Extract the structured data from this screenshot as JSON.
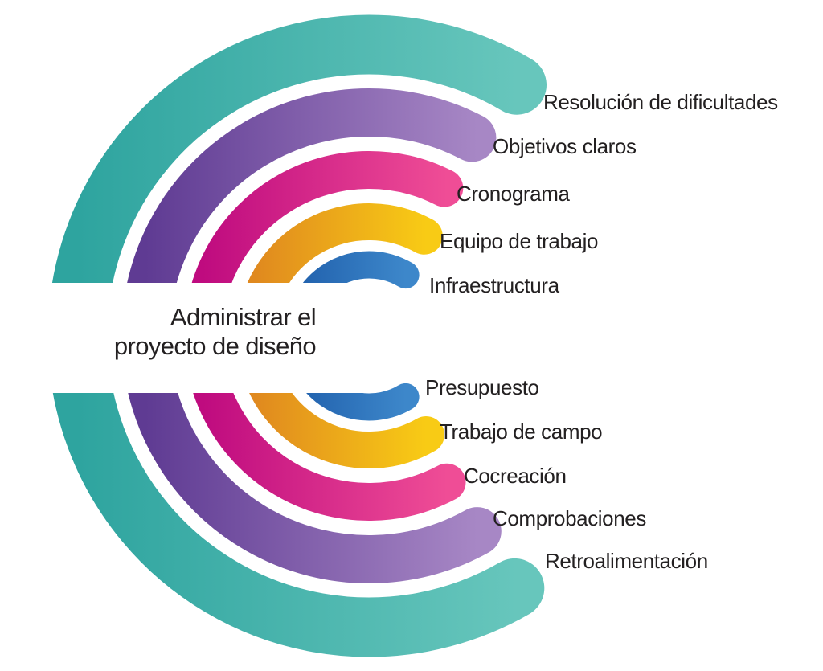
{
  "diagram": {
    "type": "radial-arc-diagram",
    "background": "#ffffff",
    "text_color": "#232021",
    "center": {
      "line1": "Administrar el",
      "line2": "proyecto de diseño"
    },
    "rings": [
      {
        "name": "teal-ring",
        "color_start": "#2EA49F",
        "color_end": "#67C6BC",
        "top_label": "Resolución de dificultades",
        "bottom_label": "Retroalimentación"
      },
      {
        "name": "purple-ring",
        "color_start": "#5F3B93",
        "color_end": "#A787C5",
        "top_label": "Objetivos claros",
        "bottom_label": "Comprobaciones"
      },
      {
        "name": "pink-ring",
        "color_start": "#BF0B7F",
        "color_end": "#EF4D96",
        "top_label": "Cronograma",
        "bottom_label": "Cocreación"
      },
      {
        "name": "orange-ring",
        "color_start": "#E0891F",
        "color_end": "#F8CB15",
        "top_label": "Equipo de trabajo",
        "bottom_label": "Trabajo de campo"
      },
      {
        "name": "blue-ring",
        "color_start": "#2161AD",
        "color_end": "#3D87CA",
        "top_label": "Infraestructura",
        "bottom_label": "Presupuesto"
      }
    ]
  }
}
